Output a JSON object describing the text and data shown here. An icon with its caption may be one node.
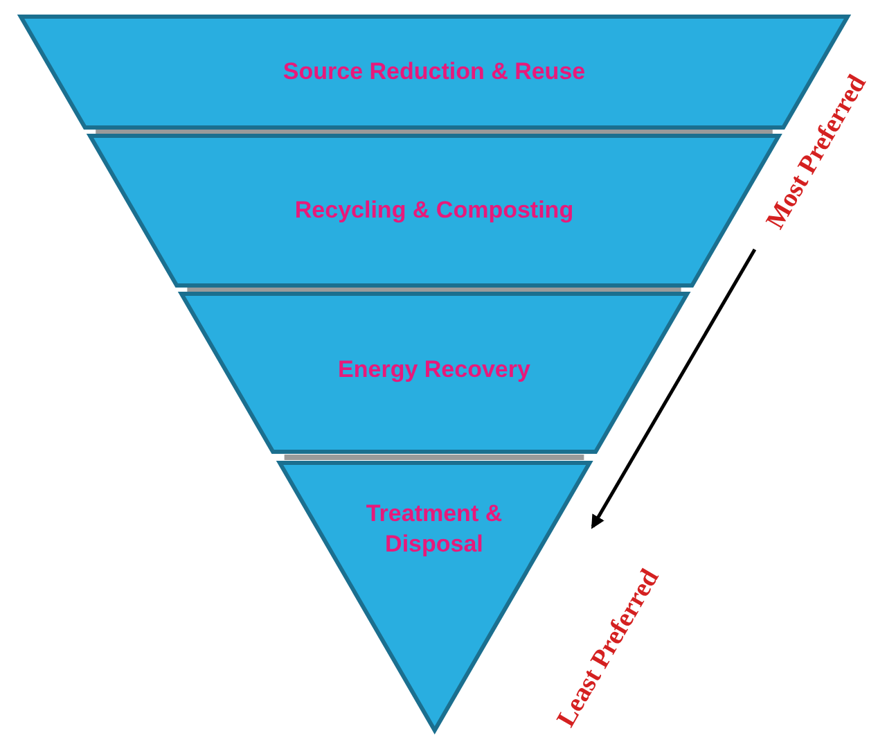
{
  "diagram": {
    "nodes": [
      {
        "text": [
          "Source Reduction & Reuse"
        ]
      },
      {
        "text": [
          "Recycling & Composting"
        ]
      },
      {
        "text": [
          "Energy Recovery"
        ]
      },
      {
        "text": [
          "Treatment & Disposal"
        ]
      }
    ],
    "labels": [
      "Most Preferred",
      "Least Preferred"
    ]
  }
}
